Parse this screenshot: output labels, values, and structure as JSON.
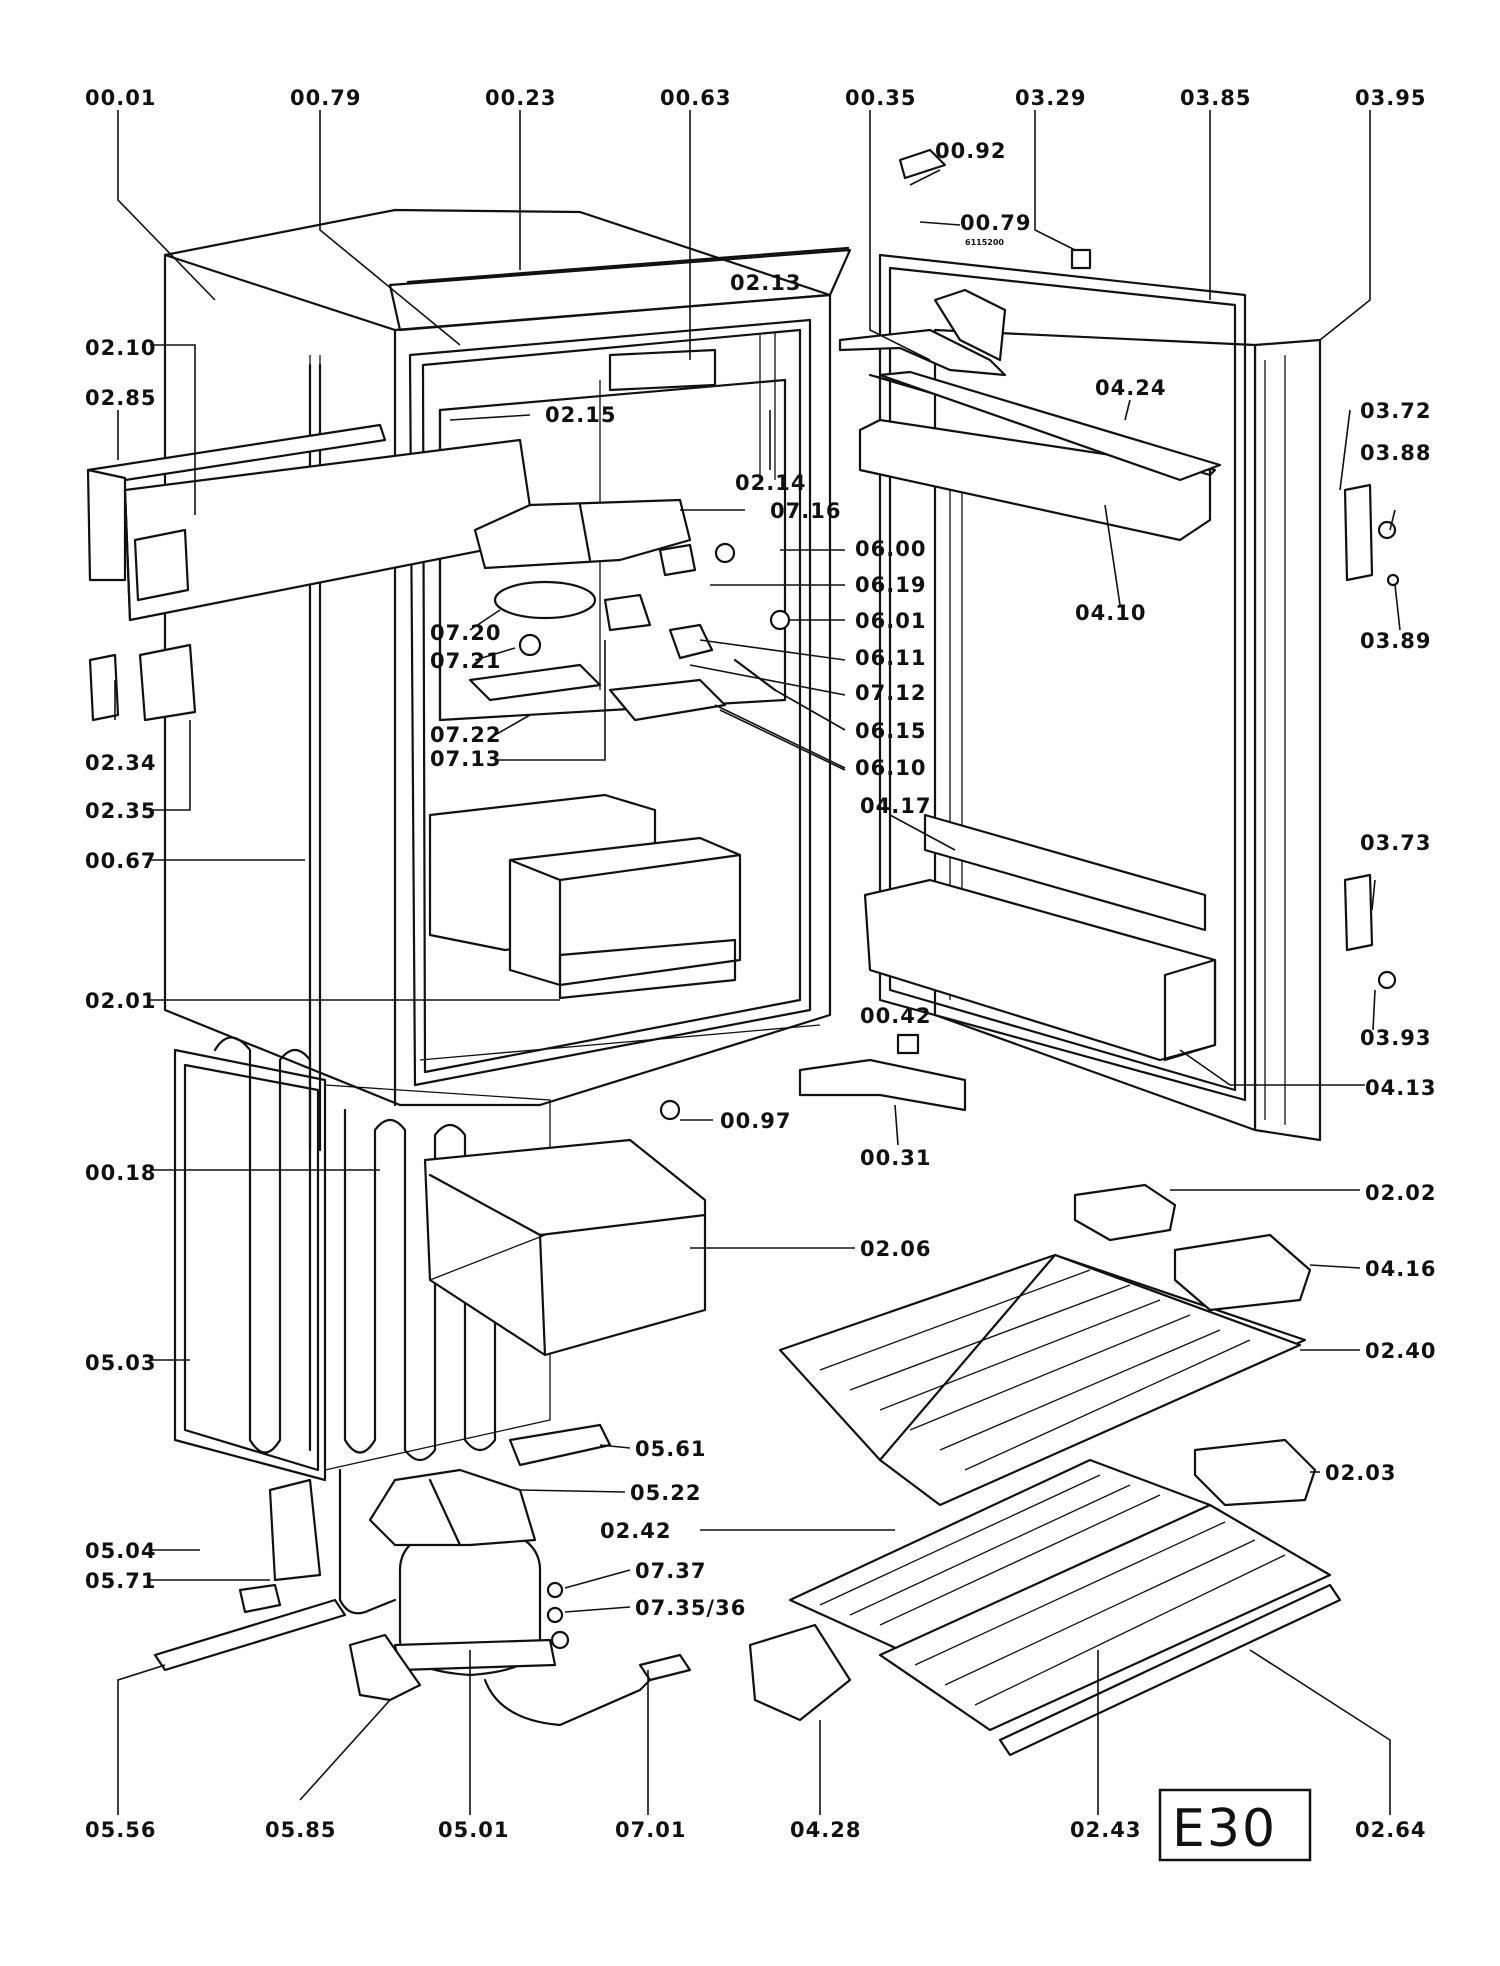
{
  "labels": {
    "l0001": "00.01",
    "l0079": "00.79",
    "l0023": "00.23",
    "l0063": "00.63",
    "l0035": "00.35",
    "l0329": "03.29",
    "l0385": "03.85",
    "l0395": "03.95",
    "l0092": "00.92",
    "l0079b": "00.79",
    "l0213": "02.13",
    "l0210": "02.10",
    "l0285": "02.85",
    "l0215": "02.15",
    "l0214": "02.14",
    "l0424": "04.24",
    "l0372": "03.72",
    "l0388": "03.88",
    "l0716": "07.16",
    "l0600": "06.00",
    "l0619": "06.19",
    "l0410": "04.10",
    "l0389": "03.89",
    "l0720": "07.20",
    "l0601": "06.01",
    "l0721": "07.21",
    "l0611": "06.11",
    "l0712": "07.12",
    "l0234": "02.34",
    "l0722": "07.22",
    "l0615": "06.15",
    "l0713": "07.13",
    "l0610": "06.10",
    "l0235": "02.35",
    "l0417": "04.17",
    "l0067": "00.67",
    "l0373": "03.73",
    "l0201": "02.01",
    "l0042": "00.42",
    "l0393": "03.93",
    "l0413": "04.13",
    "l0097": "00.97",
    "l0031": "00.31",
    "l0018": "00.18",
    "l0202": "02.02",
    "l0206": "02.06",
    "l0416": "04.16",
    "l0503": "05.03",
    "l0240": "02.40",
    "l0561": "05.61",
    "l0203": "02.03",
    "l0522": "05.22",
    "l0242": "02.42",
    "l0504": "05.04",
    "l0737": "07.37",
    "l0571": "05.71",
    "l07356": "07.35/36",
    "l0556": "05.56",
    "l0585": "05.85",
    "l0501": "05.01",
    "l0701": "07.01",
    "l0428": "04.28",
    "l0243": "02.43",
    "l0264": "02.64"
  },
  "stamp": "6115200",
  "diagram_code": "E30"
}
